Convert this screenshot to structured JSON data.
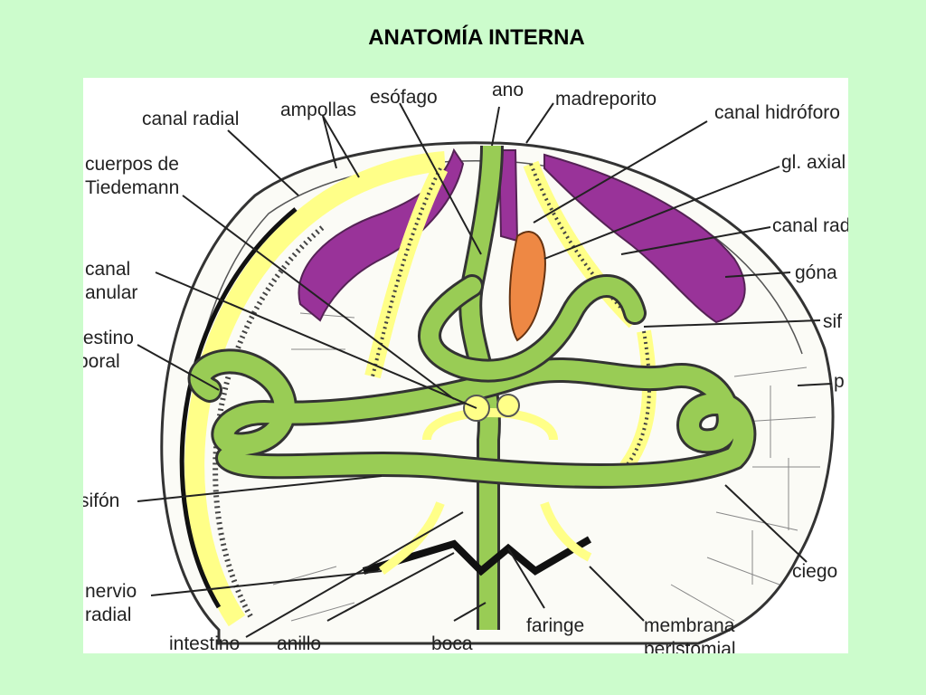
{
  "title": "ANATOMÍA INTERNA",
  "colors": {
    "background": "#ccfccc",
    "intestine": "#99cc55",
    "radial_canal": "#ffff88",
    "gonads": "#993399",
    "axial_gland": "#ee8844"
  },
  "labels": {
    "canal_radial_top": "canal radial",
    "ampollas": "ampollas",
    "esofago": "esófago",
    "ano": "ano",
    "madreporito": "madreporito",
    "canal_hidroforo": "canal hidróforo",
    "gl_axial": "gl. axial",
    "canal_radial_right": "canal rad",
    "gonada": "góna",
    "sifon_right": "sif",
    "p_right": "p",
    "cuerpos_de": "cuerpos de",
    "tiedemann": "Tiedemann",
    "canal": "canal",
    "anular": "anular",
    "intestino_aboral_1": "testino",
    "intestino_aboral_2": "boral",
    "sifon_left": "sifón",
    "nervio": "nervio",
    "radial": "radial",
    "intestino": "intestino",
    "anillo": "anillo",
    "boca": "boca",
    "faringe": "faringe",
    "membrana": "membrana",
    "peristomial": "peristomial",
    "ciego": "ciego"
  }
}
